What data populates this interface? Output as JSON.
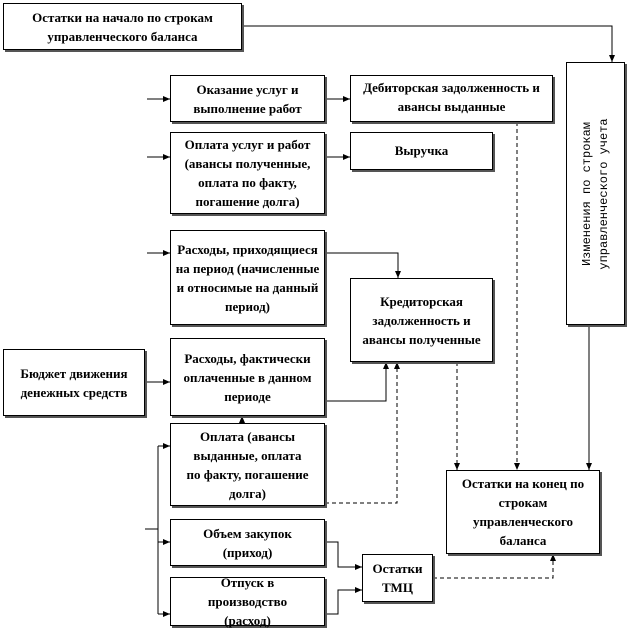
{
  "boxes": {
    "start_balance": "Остатки на начало по строкам управленческого баланса",
    "services_rendered": "Оказание услуг и выполнение работ",
    "receivables": "Дебиторская задолженность и авансы выданные",
    "services_payment": "Оплата услуг и работ (авансы полученные, оплата по факту, погашение долга)",
    "revenue": "Выручка",
    "period_expenses": "Расходы, приходящиеся на период (начисленные и относимые на данный период)",
    "payables": "Кредиторская задолженность и авансы полученные",
    "cash_budget": "Бюджет движения денежных средств",
    "paid_expenses": "Расходы, фактически оплаченные в данном периоде",
    "payment": "Оплата (авансы выданные, оплата по факту, погашение долга)",
    "purchases": "Объем закупок (приход)",
    "production_release": "Отпуск в производство (расход)",
    "inventory": "Остатки ТМЦ",
    "end_balance": "Остатки на конец по строкам управленческого баланса",
    "changes": "Изменения по строкам управленческого учета"
  }
}
